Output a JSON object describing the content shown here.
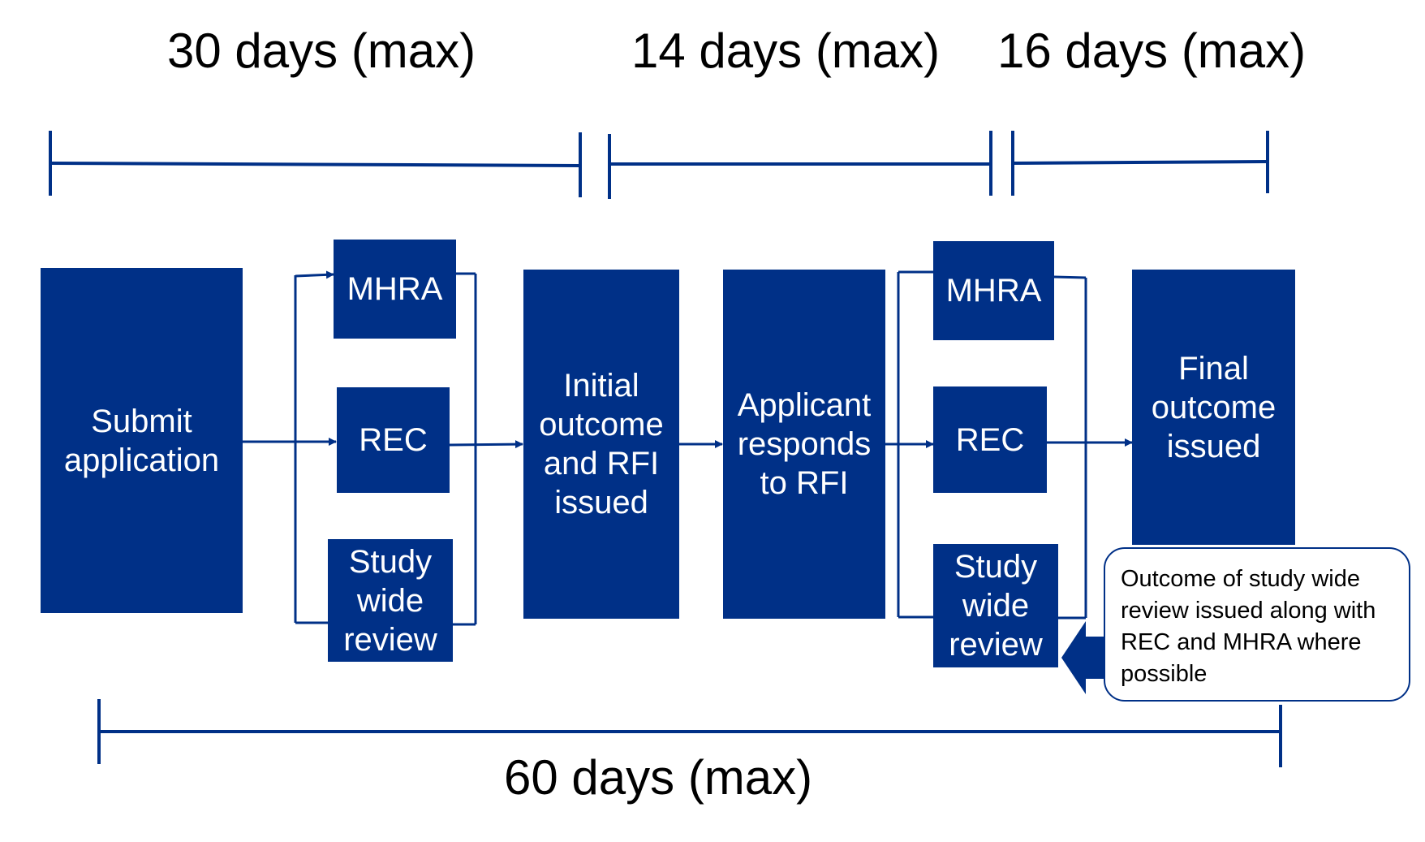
{
  "colors": {
    "primary": "#003087",
    "text_on_primary": "#ffffff",
    "background": "#ffffff"
  },
  "timeline": {
    "phase1": "30 days (max)",
    "phase2": "14 days (max)",
    "phase3": "16 days (max)",
    "total": "60 days (max)"
  },
  "steps": {
    "submit": "Submit application",
    "mhra_1": "MHRA",
    "rec_1": "REC",
    "study_1": "Study wide review",
    "initial_outcome": "Initial outcome and RFI issued",
    "applicant_responds": "Applicant responds to RFI",
    "mhra_2": "MHRA",
    "rec_2": "REC",
    "study_2": "Study wide review",
    "final_outcome": "Final outcome issued"
  },
  "callout": {
    "text": "Outcome of study wide review issued along with REC and MHRA where possible"
  }
}
